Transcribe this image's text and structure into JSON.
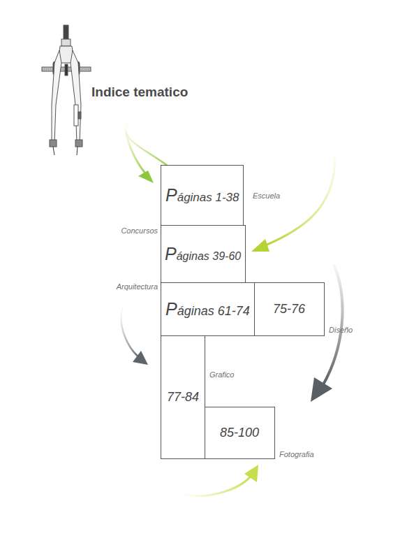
{
  "diagram": {
    "title": "Indice tematico",
    "nodes": [
      {
        "text": [
          "Páginas 1-38",
          "Escuela"
        ]
      },
      {
        "text": [
          "Páginas 39-60",
          "Concursos"
        ]
      },
      {
        "text": [
          "Páginas 61-74",
          "Arquitectura"
        ]
      },
      {
        "text": [
          "75-76",
          "Diseño"
        ]
      },
      {
        "text": [
          "77-84",
          "Grafico"
        ]
      },
      {
        "text": [
          "85-100",
          "Fotografia"
        ]
      }
    ]
  }
}
